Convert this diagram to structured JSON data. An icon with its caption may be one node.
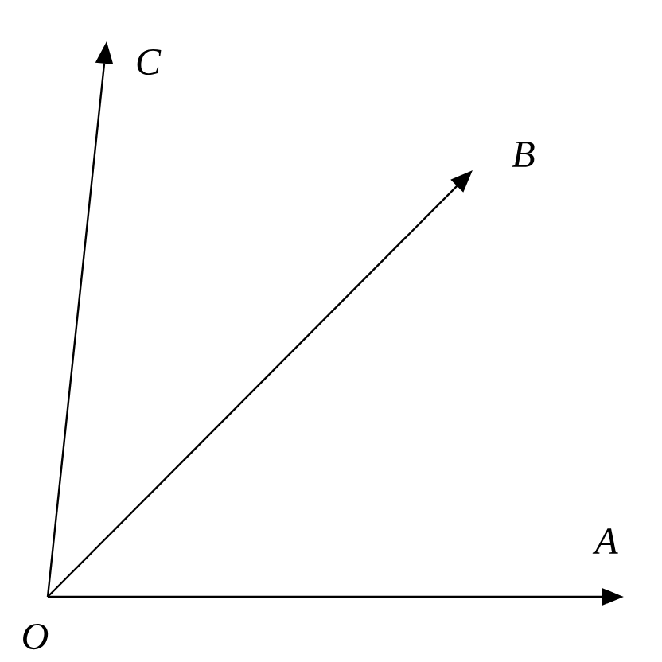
{
  "diagram": {
    "nodes": [
      {
        "text": [
          "O"
        ]
      },
      {
        "text": [
          "A"
        ]
      },
      {
        "text": [
          "B"
        ]
      },
      {
        "text": [
          "C"
        ]
      }
    ],
    "edges": [
      {
        "from": 0,
        "to": 1,
        "arrow": "to"
      },
      {
        "from": 0,
        "to": 2,
        "arrow": "to"
      },
      {
        "from": 0,
        "to": 3,
        "arrow": "to"
      }
    ]
  }
}
